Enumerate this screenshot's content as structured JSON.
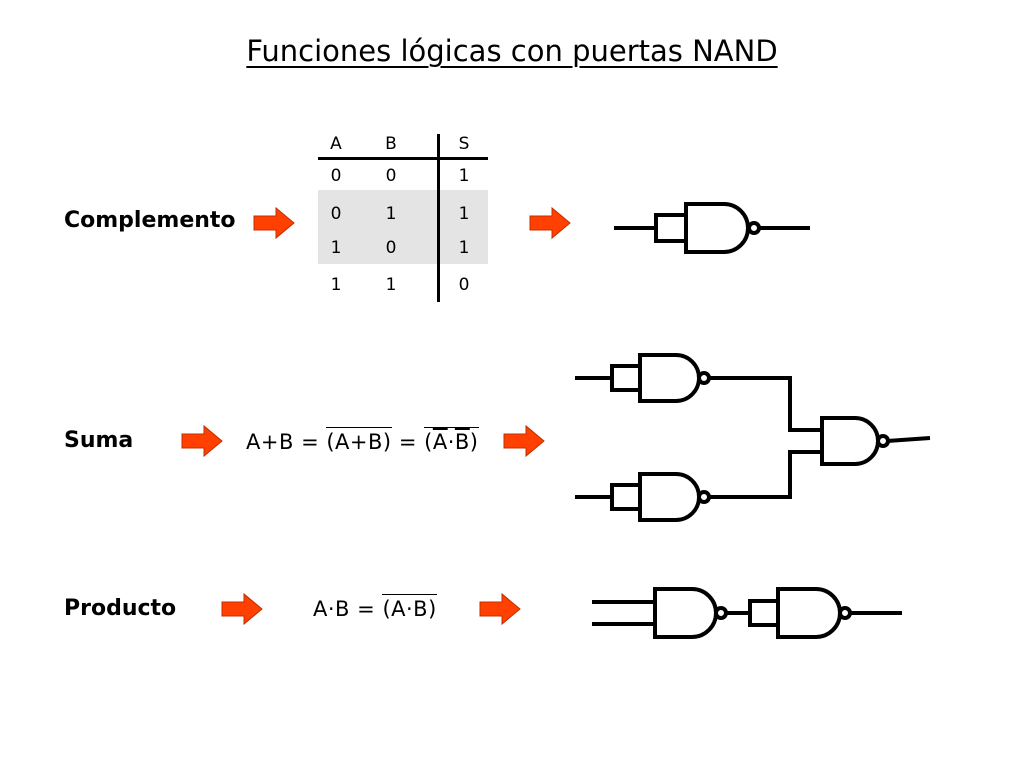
{
  "title": "Funciones lógicas con puertas NAND",
  "rows": {
    "complemento": "Complemento",
    "suma": "Suma",
    "producto": "Producto"
  },
  "truth_table": {
    "headers": [
      "A",
      "B",
      "S"
    ],
    "rows": [
      [
        "0",
        "0",
        "1"
      ],
      [
        "0",
        "1",
        "1"
      ],
      [
        "1",
        "0",
        "1"
      ],
      [
        "1",
        "1",
        "0"
      ]
    ]
  },
  "formulas": {
    "suma": {
      "lhs": "A+B",
      "eq1": "=",
      "mid": "(A+B)",
      "eq2": "=",
      "rhs_open": "(",
      "rhs_a": "A",
      "rhs_dot": "·",
      "rhs_b": "B",
      "rhs_close": ")"
    },
    "producto": {
      "lhs": "A·B",
      "eq": "=",
      "rhs": "(A·B)"
    }
  },
  "colors": {
    "arrow": "#ff4000",
    "arrow_edge": "#c03000",
    "table_shade": "#e4e4e4"
  },
  "icons": [
    "right-arrow-icon",
    "nand-gate-icon"
  ]
}
